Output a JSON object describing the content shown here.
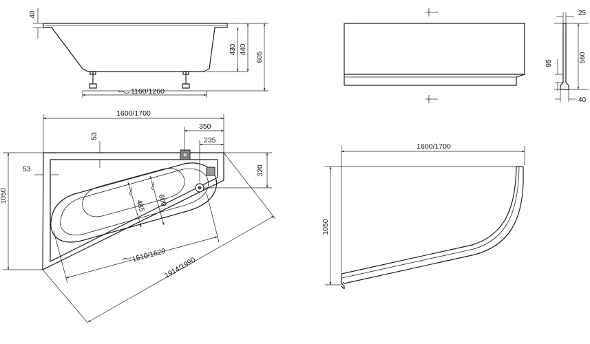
{
  "side_view": {
    "rim_thickness": "40",
    "inner_depth": "430",
    "depth_with_rim": "440",
    "total_height": "605",
    "leg_span": "1160/1260"
  },
  "front_panel": {
    "thickness_top": "25",
    "lip_height": "95",
    "panel_height": "560",
    "panel_base": "40"
  },
  "top_view": {
    "overall_length": "1600/1700",
    "offset_top": "53",
    "offset_left": "53",
    "drain_offset_x": "350",
    "overflow_offset_x": "235",
    "drain_offset_y": "320",
    "overall_width": "1050",
    "inner_width_min": "485",
    "inner_width_max": "600",
    "inner_length": "1510/1620",
    "diagonal_length": "1914/1990"
  },
  "panel_top_view": {
    "length": "1600/1700",
    "depth": "1050"
  }
}
